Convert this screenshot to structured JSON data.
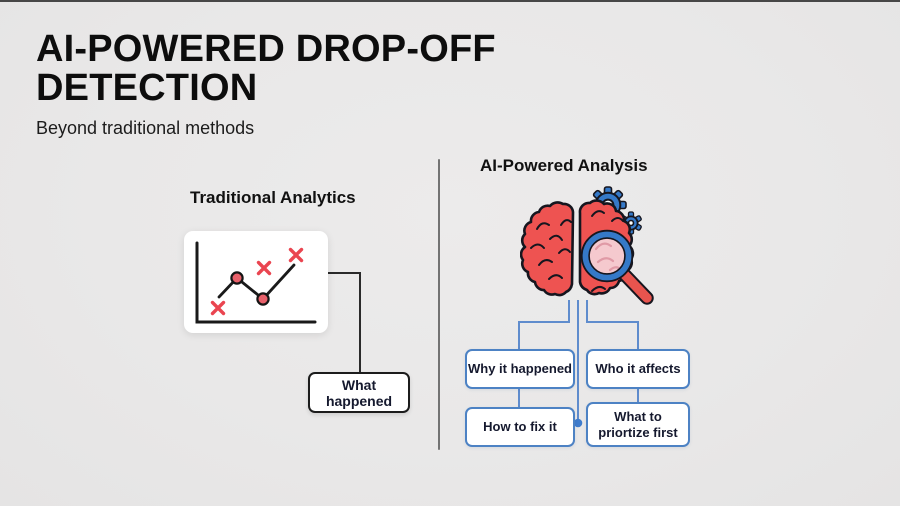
{
  "slide": {
    "title_line1": "AI-POWERED DROP-OFF",
    "title_line2": "DETECTION",
    "subtitle": "Beyond traditional methods"
  },
  "traditional": {
    "heading": "Traditional Analytics",
    "result_box": "What happened"
  },
  "ai": {
    "heading": "AI-Powered Analysis",
    "boxes": {
      "why": "Why it happened",
      "who": "Who it affects",
      "how": "How to fix it",
      "what_line1": "What to",
      "what_line2": "priortize first"
    }
  },
  "icons": {
    "line_chart": "line-chart-icon",
    "brain": "brain-icon",
    "gears": "gear-icon",
    "magnifier": "magnifier-icon"
  },
  "colors": {
    "background": "#e9e8e8",
    "ink": "#111111",
    "brain_red": "#ee5351",
    "chart_red": "#ea4550",
    "icon_blue": "#3579c8",
    "connector_blue": "#5f8ccd",
    "box_border_blue": "#4d82c4",
    "lens_pink": "#f5c9ce"
  }
}
